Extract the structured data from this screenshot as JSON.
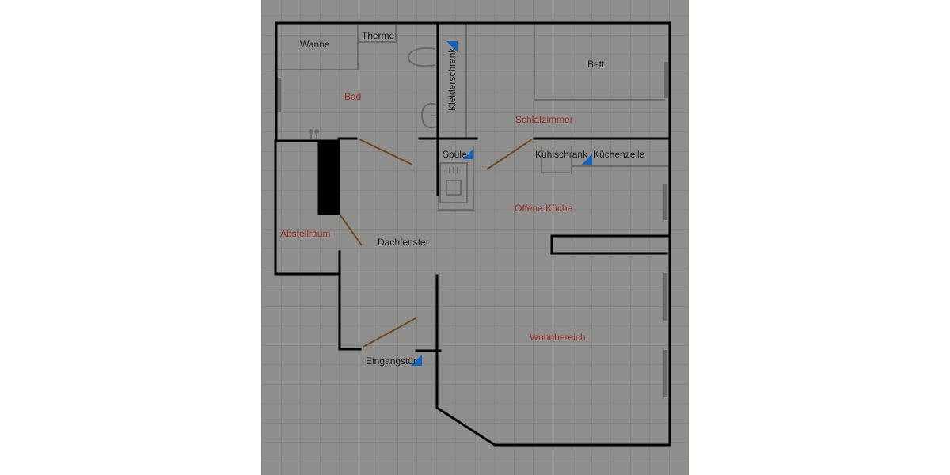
{
  "floorplan": {
    "colors": {
      "background": "#8e8f8c",
      "grid": "#7f807d",
      "wall": "#000000",
      "furniture": "#686868",
      "door": "#6b4a1f",
      "window": "#6a6a6a",
      "marker": "#1565c0",
      "room_label": "#9c2f2f",
      "object_label": "#1e1e1e"
    },
    "rooms": [
      {
        "id": "bad",
        "label": "Bad"
      },
      {
        "id": "schlafzimmer",
        "label": "Schlafzimmer"
      },
      {
        "id": "abstellraum",
        "label": "Abstellraum"
      },
      {
        "id": "offene-kueche",
        "label": "Offene Küche"
      },
      {
        "id": "wohnbereich",
        "label": "Wohnbereich"
      }
    ],
    "objects": [
      {
        "id": "wanne",
        "label": "Wanne"
      },
      {
        "id": "therme",
        "label": "Therme"
      },
      {
        "id": "kleiderschrank",
        "label": "Kleiderschrank"
      },
      {
        "id": "bett",
        "label": "Bett"
      },
      {
        "id": "spuele",
        "label": "Spüle"
      },
      {
        "id": "kuehlschrank",
        "label": "Kühlschrank"
      },
      {
        "id": "kuechenzeile",
        "label": "Küchenzeile"
      },
      {
        "id": "dachfenster",
        "label": "Dachfenster"
      },
      {
        "id": "eingangstuer",
        "label": "Eingangstür"
      }
    ]
  }
}
